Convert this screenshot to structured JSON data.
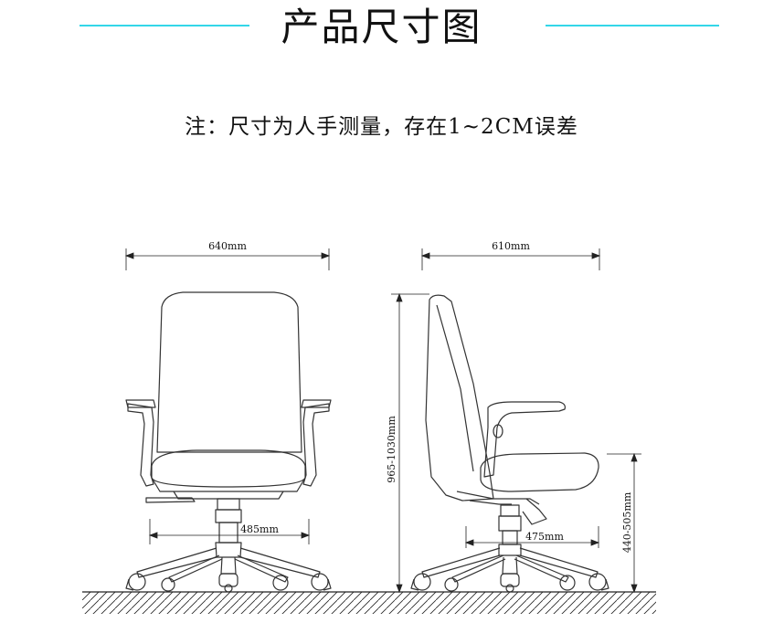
{
  "header": {
    "title": "产品尺寸图",
    "accent_color": "#33d6e8"
  },
  "note": "注：尺寸为人手测量，存在1~2CM误差",
  "front_view": {
    "width_label": "640mm",
    "base_label": "485mm"
  },
  "side_view": {
    "depth_label": "610mm",
    "base_label": "475mm",
    "total_height_label": "965-1030mm",
    "seat_height_label": "440-505mm"
  }
}
